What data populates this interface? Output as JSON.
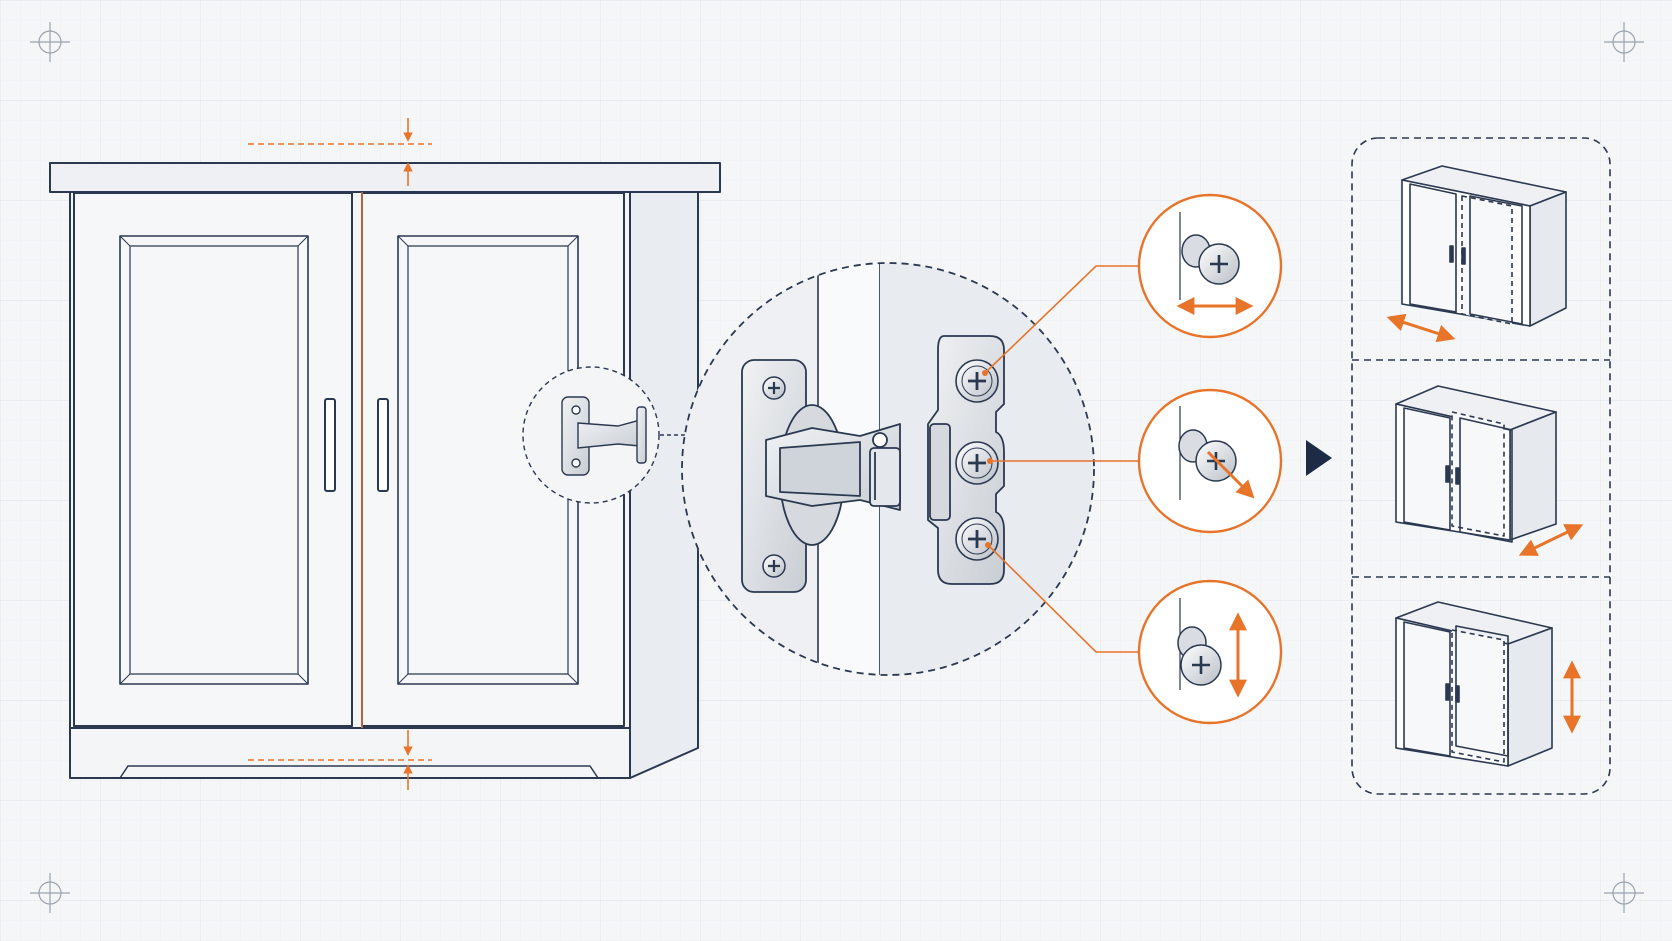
{
  "colors": {
    "background": "#f5f6f8",
    "grid": "#e3e6eb",
    "line": "#2b3950",
    "accent": "#e8742a",
    "metal": "#dfe2e6",
    "metal_dark": "#aeb4bc",
    "panel": "#f4f5f7",
    "arrow": "#1d2b45"
  },
  "diagram": {
    "subject": "cabinet-door-hinge-adjustment",
    "adjustments": [
      {
        "screw": "top",
        "motion": "horizontal",
        "result": "side-to-side"
      },
      {
        "screw": "middle",
        "motion": "depth",
        "result": "in-and-out"
      },
      {
        "screw": "bottom",
        "motion": "vertical",
        "result": "up-and-down"
      }
    ],
    "icons": [
      "crosshair-icon",
      "hinge-icon",
      "screw-icon",
      "double-arrow-icon",
      "play-arrow-icon"
    ]
  }
}
